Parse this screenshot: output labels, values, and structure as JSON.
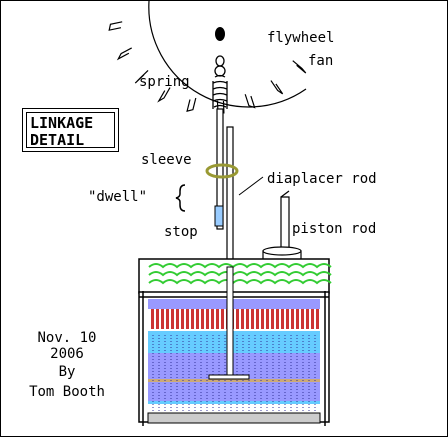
{
  "labels": {
    "flywheel": "flywheel",
    "fan": "fan",
    "spring": "spring",
    "sleeve": "sleeve",
    "diaplacer_rod": "diaplacer rod",
    "dwell": "\"dwell\"",
    "stop": "stop",
    "piston_rod": "piston rod"
  },
  "detail_box": {
    "line1": "LINKAGE",
    "line2": "DETAIL"
  },
  "credit": {
    "date_line1": "Nov. 10",
    "date_line2": "2006",
    "by": "By",
    "author": "Tom Booth"
  },
  "colors": {
    "line": "#000000",
    "green_water": "#33cc33",
    "regenerator_blue": "#66ccff",
    "red_stripes": "#cc3333",
    "lower_blue": "#9999ff",
    "tan_band": "#ccaa77",
    "sleeve_olive": "#999933"
  }
}
